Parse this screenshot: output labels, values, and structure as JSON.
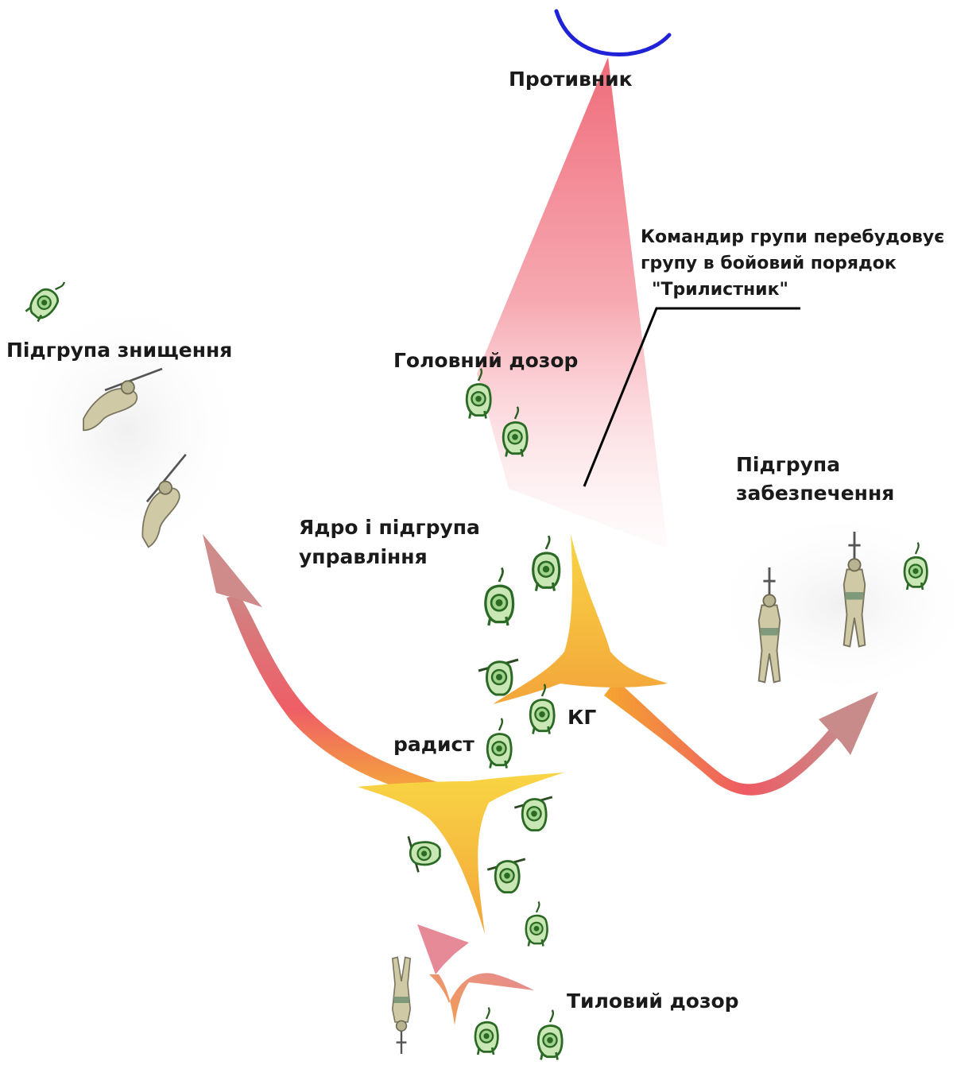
{
  "labels": {
    "enemy": "Противник",
    "destruction_subgroup": "Підгрупа знищення",
    "head_patrol": "Головний дозор",
    "commander_note": [
      "Командир групи перебудовує",
      "групу в бойовий порядок",
      "\"Трилистник\""
    ],
    "support_subgroup": [
      "Підгрупа",
      "забезпечення"
    ],
    "core_subgroup": [
      "Ядро і підгрупа",
      "управління"
    ],
    "commander_abbr": "КГ",
    "radio_operator": "радист",
    "rear_patrol": "Тиловий дозор"
  },
  "colors": {
    "enemy_line": "#1f22d6",
    "sector_fill": "#f07a86",
    "arrow_left_start": "#f5b234",
    "arrow_left_end": "#cf8484",
    "arrow_right_start": "#f59a2e",
    "arrow_right_end": "#ee5a64",
    "arrow_head": "#cf8a8a",
    "fork_yellow": "#f7c638",
    "fork_orange": "#f0a04a",
    "soldier_green": "#2f7d2f",
    "soldier_green_fill": "#c9e7b5",
    "soldier_khaki": "#c7c39c",
    "callout_line": "#000000"
  },
  "icons": {
    "enemy_arc": "enemy-position-arc",
    "soldier_top": "soldier-top-view-icon",
    "soldier_standing": "soldier-standing-icon",
    "soldier_prone": "soldier-prone-icon"
  }
}
